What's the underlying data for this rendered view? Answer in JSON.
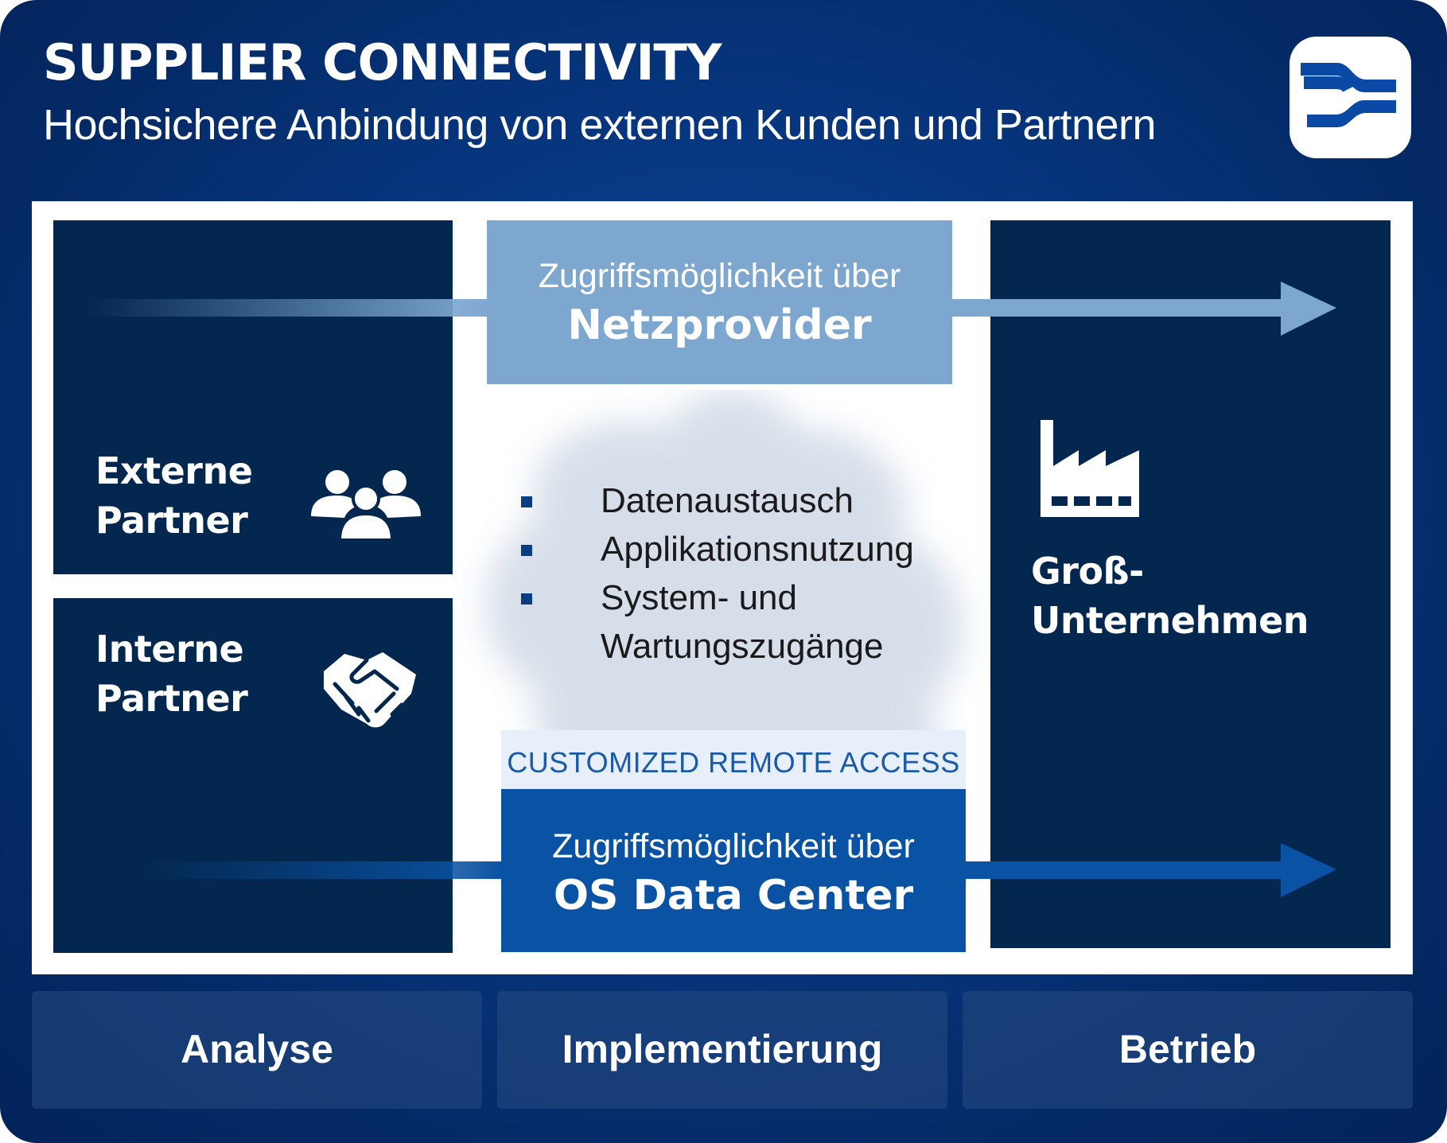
{
  "header": {
    "title": "SUPPLIER CONNECTIVITY",
    "subtitle": "Hochsichere Anbindung von externen Kunden und Partnern"
  },
  "logo": {
    "icon": "os-logo-icon"
  },
  "left": {
    "external": {
      "line1": "Externe",
      "line2": "Partner",
      "icon": "people-group-icon"
    },
    "internal": {
      "line1": "Interne",
      "line2": "Partner",
      "icon": "handshake-icon"
    }
  },
  "right": {
    "line1": "Groß-",
    "line2": "Unternehmen",
    "icon": "factory-icon"
  },
  "center": {
    "netz": {
      "small": "Zugriffsmöglichkeit über",
      "big": "Netzprovider"
    },
    "bullets": [
      "Datenaustausch",
      "Applikationsnutzung",
      "System- und",
      "Wartungszugänge"
    ],
    "customized_label": "CUSTOMIZED REMOTE ACCESS",
    "os": {
      "small": "Zugriffsmöglichkeit über",
      "big": "OS Data Center"
    }
  },
  "phases": [
    "Analyse",
    "Implementierung",
    "Betrieb"
  ],
  "colors": {
    "background": "#07367f",
    "dark_box": "#03274f",
    "netz_box": "#7ea7d0",
    "os_box": "#0a52a3",
    "customized_band": "#e7f0fa"
  }
}
